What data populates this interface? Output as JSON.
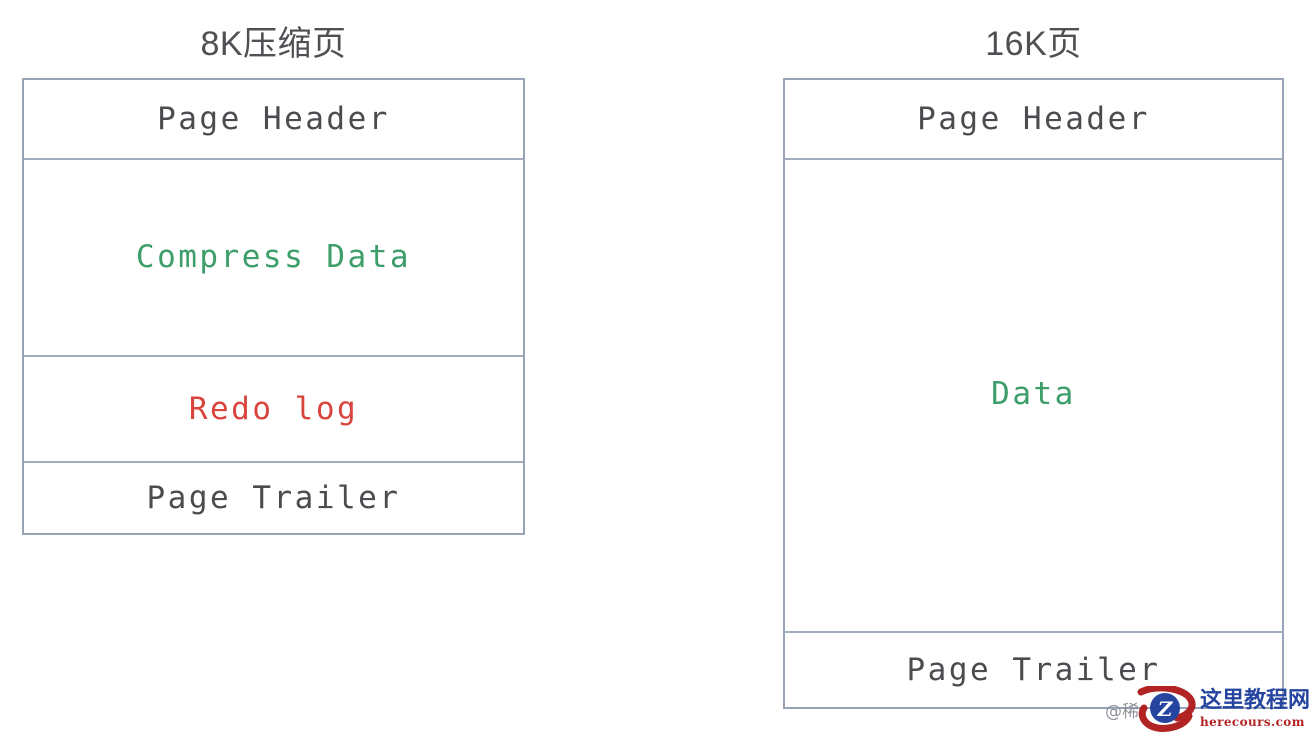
{
  "diagram": {
    "background_color": "#ffffff",
    "border_color": "#98a3b6",
    "colors": {
      "neutral_text": "#4a4c4f",
      "green_text": "#3d9e6a",
      "red_text": "#d9453d",
      "title_text": "#4f5054"
    },
    "panels": [
      {
        "id": "compressed-page",
        "title": "8K压缩页",
        "sections": [
          {
            "label": "Page Header",
            "color_role": "neutral"
          },
          {
            "label": "Compress Data",
            "color_role": "green"
          },
          {
            "label": "Redo log",
            "color_role": "red"
          },
          {
            "label": "Page Trailer",
            "color_role": "neutral"
          }
        ]
      },
      {
        "id": "uncompressed-page",
        "title": "16K页",
        "sections": [
          {
            "label": "Page Header",
            "color_role": "neutral"
          },
          {
            "label": "Data",
            "color_role": "green"
          },
          {
            "label": "Page Trailer",
            "color_role": "neutral"
          }
        ]
      }
    ]
  },
  "watermark": {
    "handle": "@稀",
    "logo_letter": "Z",
    "site_name": "这里教程网",
    "site_url": "herecours.com",
    "logo_circle_color": "#1f3f9e",
    "logo_swoosh_color": "#b01c1c"
  }
}
